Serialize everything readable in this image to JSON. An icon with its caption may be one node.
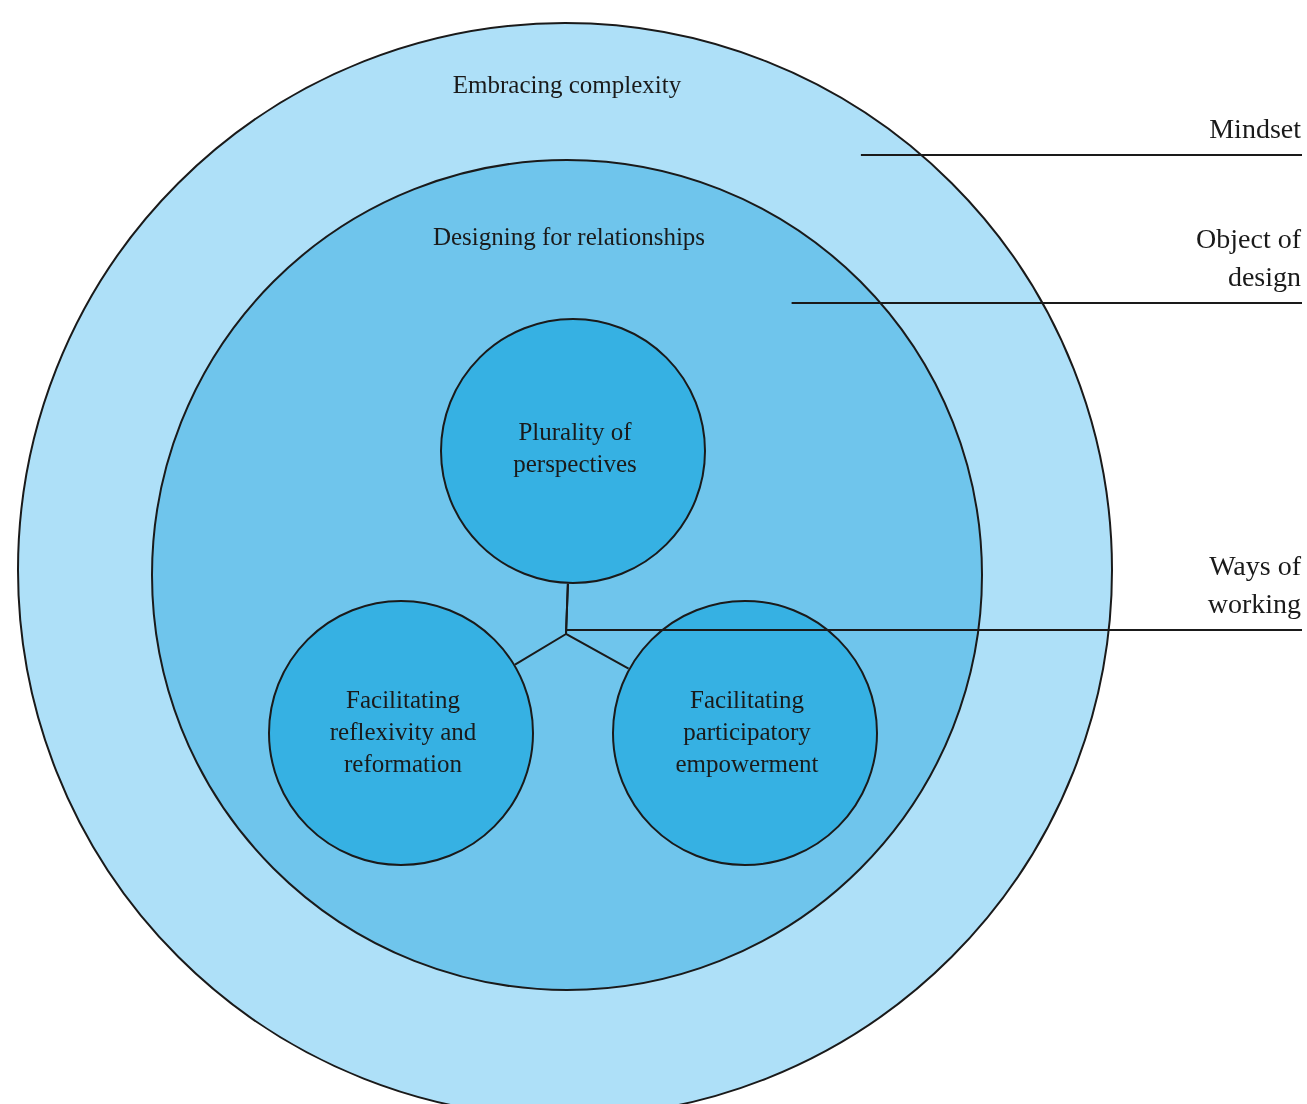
{
  "diagram": {
    "nodes": [
      {
        "text": [
          "Embracing complexity"
        ]
      },
      {
        "text": [
          "Designing for relationships"
        ],
        "in": 0
      },
      {
        "text": [
          "Plurality of perspectives"
        ],
        "in": 1
      },
      {
        "text": [
          "Facilitating reflexivity and reformation"
        ],
        "in": 1
      },
      {
        "text": [
          "Facilitating participatory empowerment"
        ],
        "in": 1
      },
      {
        "text": [
          "Mindset"
        ]
      },
      {
        "text": [
          "Object of design"
        ]
      },
      {
        "text": [
          "Ways of working"
        ]
      }
    ],
    "edges": [
      {
        "from": 2,
        "to": 3,
        "arrow": "none"
      },
      {
        "from": 2,
        "to": 4,
        "arrow": "none"
      },
      {
        "from": 5,
        "to": 0,
        "arrow": "none"
      },
      {
        "from": 6,
        "to": 1,
        "arrow": "none"
      },
      {
        "from": 7,
        "to": null,
        "arrow": "none"
      }
    ]
  }
}
